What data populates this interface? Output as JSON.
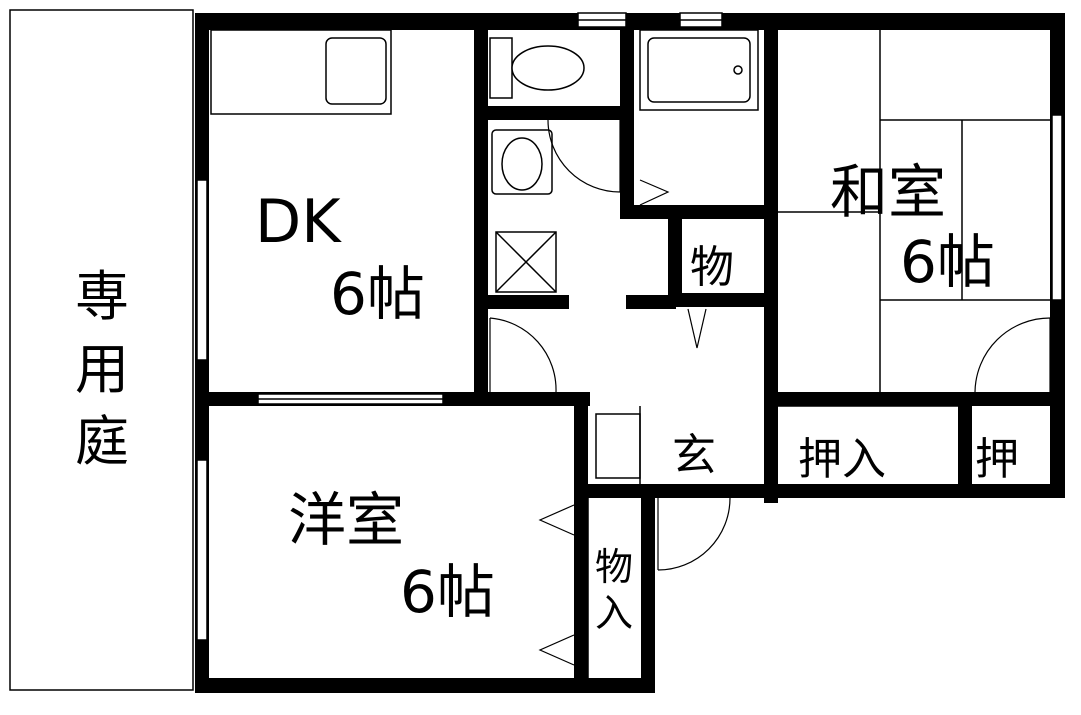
{
  "rooms": {
    "garden": "専用庭",
    "dk_name": "DK",
    "dk_size": "6帖",
    "washitsu_name": "和室",
    "washitsu_size": "6帖",
    "youshitsu_name": "洋室",
    "youshitsu_size": "6帖",
    "storage_mono": "物",
    "entrance": "玄",
    "oshiire": "押入",
    "oshi": "押",
    "monoire_top": "物",
    "monoire_bottom": "入"
  }
}
